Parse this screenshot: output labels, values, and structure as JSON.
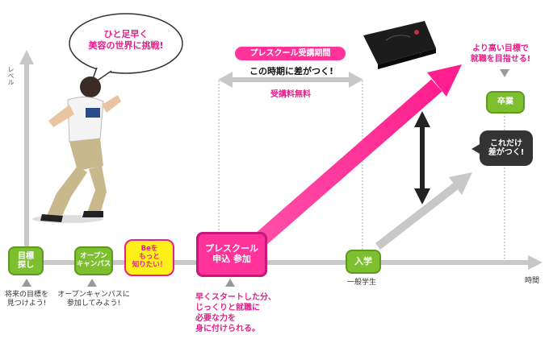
{
  "axes": {
    "y_label": "レベル",
    "x_label": "時間"
  },
  "speech_bubble": "ひと足早く\n美容の世界に挑戦!",
  "preschool_period": {
    "banner": "プレスクール受講期間",
    "caption": "この時期に差がつく!",
    "fee": "受講料無料"
  },
  "goal_note": "より高い目標で\n就職を目指せる!",
  "graduation": "卒業",
  "difference_callout": "これだけ\n差がつく!",
  "milestones": {
    "goal_search": "目標\n探し",
    "open_campus": "オープン\nキャンパス",
    "be_more": "Beを\nもっと\n知りたい！",
    "preschool": "プレスクール\n申込 参加",
    "enrollment": "入学"
  },
  "notes": {
    "goal_search": "将来の目標を\n見つけよう!",
    "open_campus": "オープンキャンパスに\n参加してみよう!",
    "preschool": "早くスタートした分、\nじっくりと就職に\n必要な力を\n身に付けられる。",
    "general_student": "一般学生"
  },
  "colors": {
    "pink": "#ff3399",
    "green": "#7dbf2f",
    "grey": "#c8c8c8",
    "dark": "#222222"
  }
}
